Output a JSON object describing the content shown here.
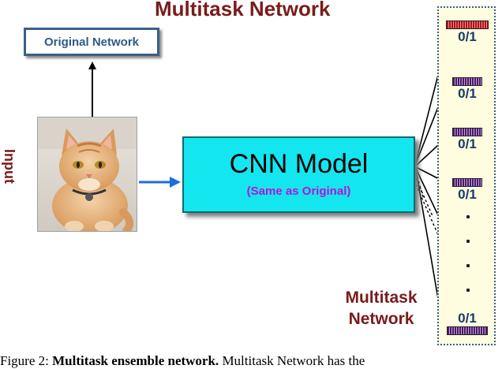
{
  "title": "Multitask Network",
  "original_network": "Original Network",
  "input_label": "Input",
  "cnn": {
    "title": "CNN Model",
    "subtitle": "(Same as Original)"
  },
  "multitask_label": [
    "Multitask",
    "Network"
  ],
  "outputs": [
    "0/1",
    "0/1",
    "0/1",
    "0/1",
    "0/1"
  ],
  "caption": {
    "prefix": "Figure 2: ",
    "bold": "Multitask ensemble network.",
    "rest": " Multitask Network has the"
  },
  "colors": {
    "title": "#7a1b1b",
    "cnn_fill": "#14e6f0",
    "cnn_subtitle": "#b513d8",
    "panel_fill": "#fffde0",
    "arrow_blue": "#1e6be0",
    "output_label": "#1a3a66"
  }
}
